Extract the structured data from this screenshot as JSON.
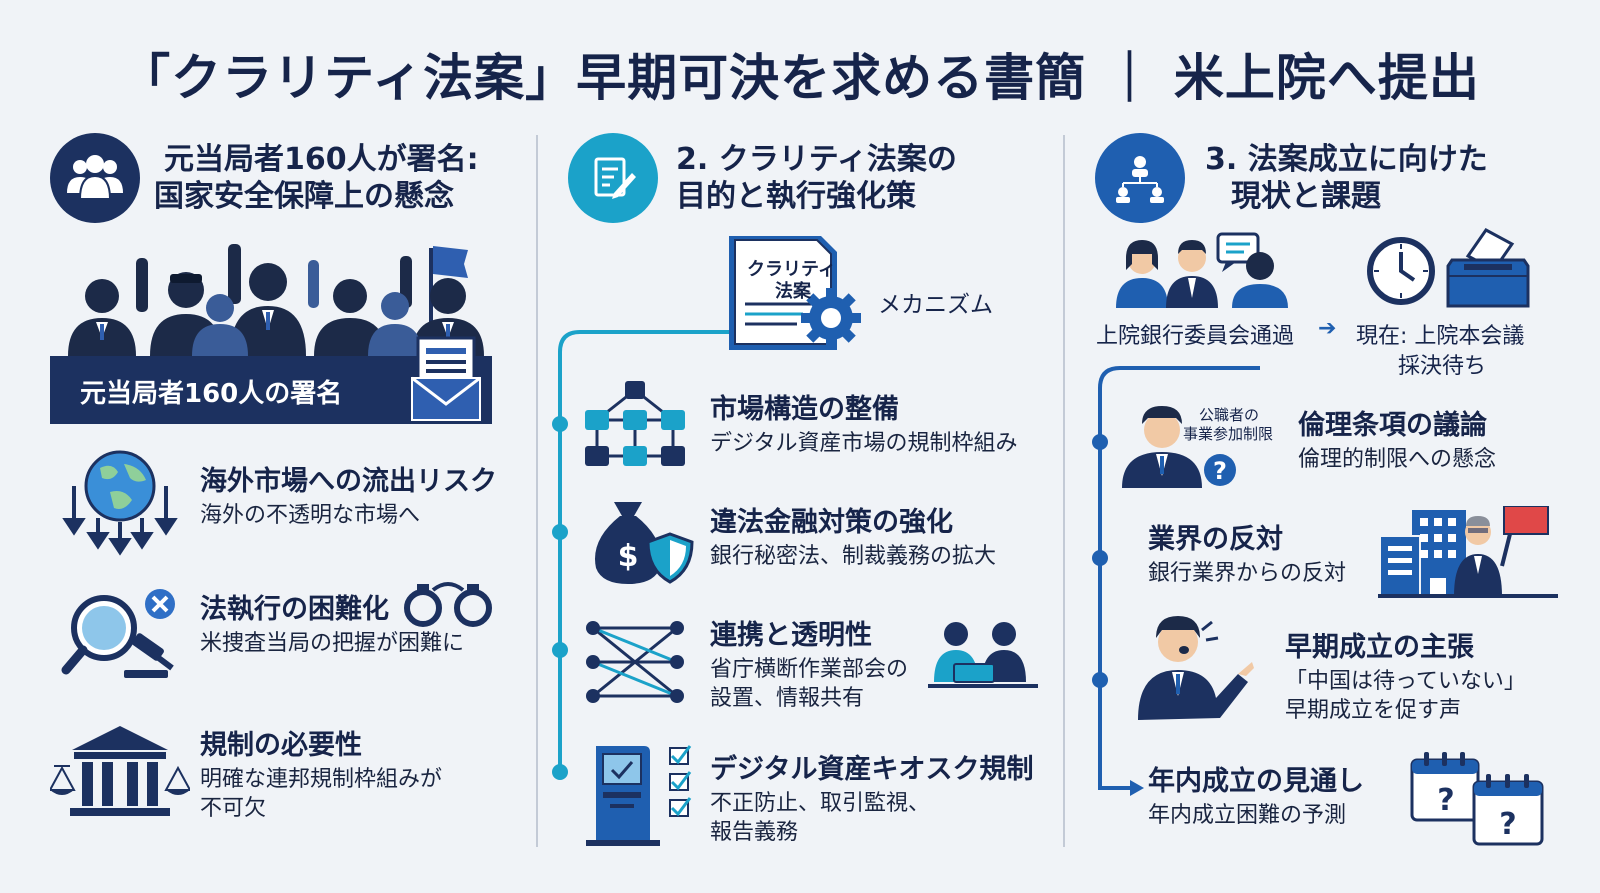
{
  "title": "「クラリティ法案」早期可決を求める書簡 ｜ 米上院へ提出",
  "col1": {
    "head_line1": "元当局者160人が署名:",
    "head_line2": "国家安全保障上の懸念",
    "banner": "元当局者160人の署名",
    "items": [
      {
        "title": "海外市場への流出リスク",
        "sub": "海外の不透明な市場へ"
      },
      {
        "title": "法執行の困難化",
        "sub": "米捜査当局の把握が困難に"
      },
      {
        "title": "規制の必要性",
        "sub_line1": "明確な連邦規制枠組みが",
        "sub_line2": "不可欠"
      }
    ]
  },
  "col2": {
    "head_line1": "2. クラリティ法案の",
    "head_line2": "目的と執行強化策",
    "doc_line1": "クラリティ",
    "doc_line2": "法案",
    "mechanism": "メカニズム",
    "items": [
      {
        "title": "市場構造の整備",
        "sub": "デジタル資産市場の規制枠組み"
      },
      {
        "title": "違法金融対策の強化",
        "sub": "銀行秘密法、制裁義務の拡大"
      },
      {
        "title": "連携と透明性",
        "sub_line1": "省庁横断作業部会の",
        "sub_line2": "設置、情報共有"
      },
      {
        "title": "デジタル資産キオスク規制",
        "sub_line1": "不正防止、取引監視、",
        "sub_line2": "報告義務"
      }
    ]
  },
  "col3": {
    "head_line1": "3. 法案成立に向けた",
    "head_line2": "現状と課題",
    "passed": "上院銀行委員会通過",
    "arrow": "➔",
    "current_line1": "現在: 上院本会議",
    "current_line2": "採決待ち",
    "ethics_tag_line1": "公職者の",
    "ethics_tag_line2": "事業参加制限",
    "items": [
      {
        "title": "倫理条項の議論",
        "sub": "倫理的制限への懸念"
      },
      {
        "title": "業界の反対",
        "sub": "銀行業界からの反対"
      },
      {
        "title": "早期成立の主張",
        "sub_line1": "「中国は待っていない」",
        "sub_line2": "早期成立を促す声"
      },
      {
        "title": "年内成立の見通し",
        "sub": "年内成立困難の予測"
      }
    ]
  },
  "colors": {
    "navy": "#1c3160",
    "teal": "#1ba2c9",
    "blue": "#1f5fb0",
    "light_blue": "#3a7cd0"
  }
}
